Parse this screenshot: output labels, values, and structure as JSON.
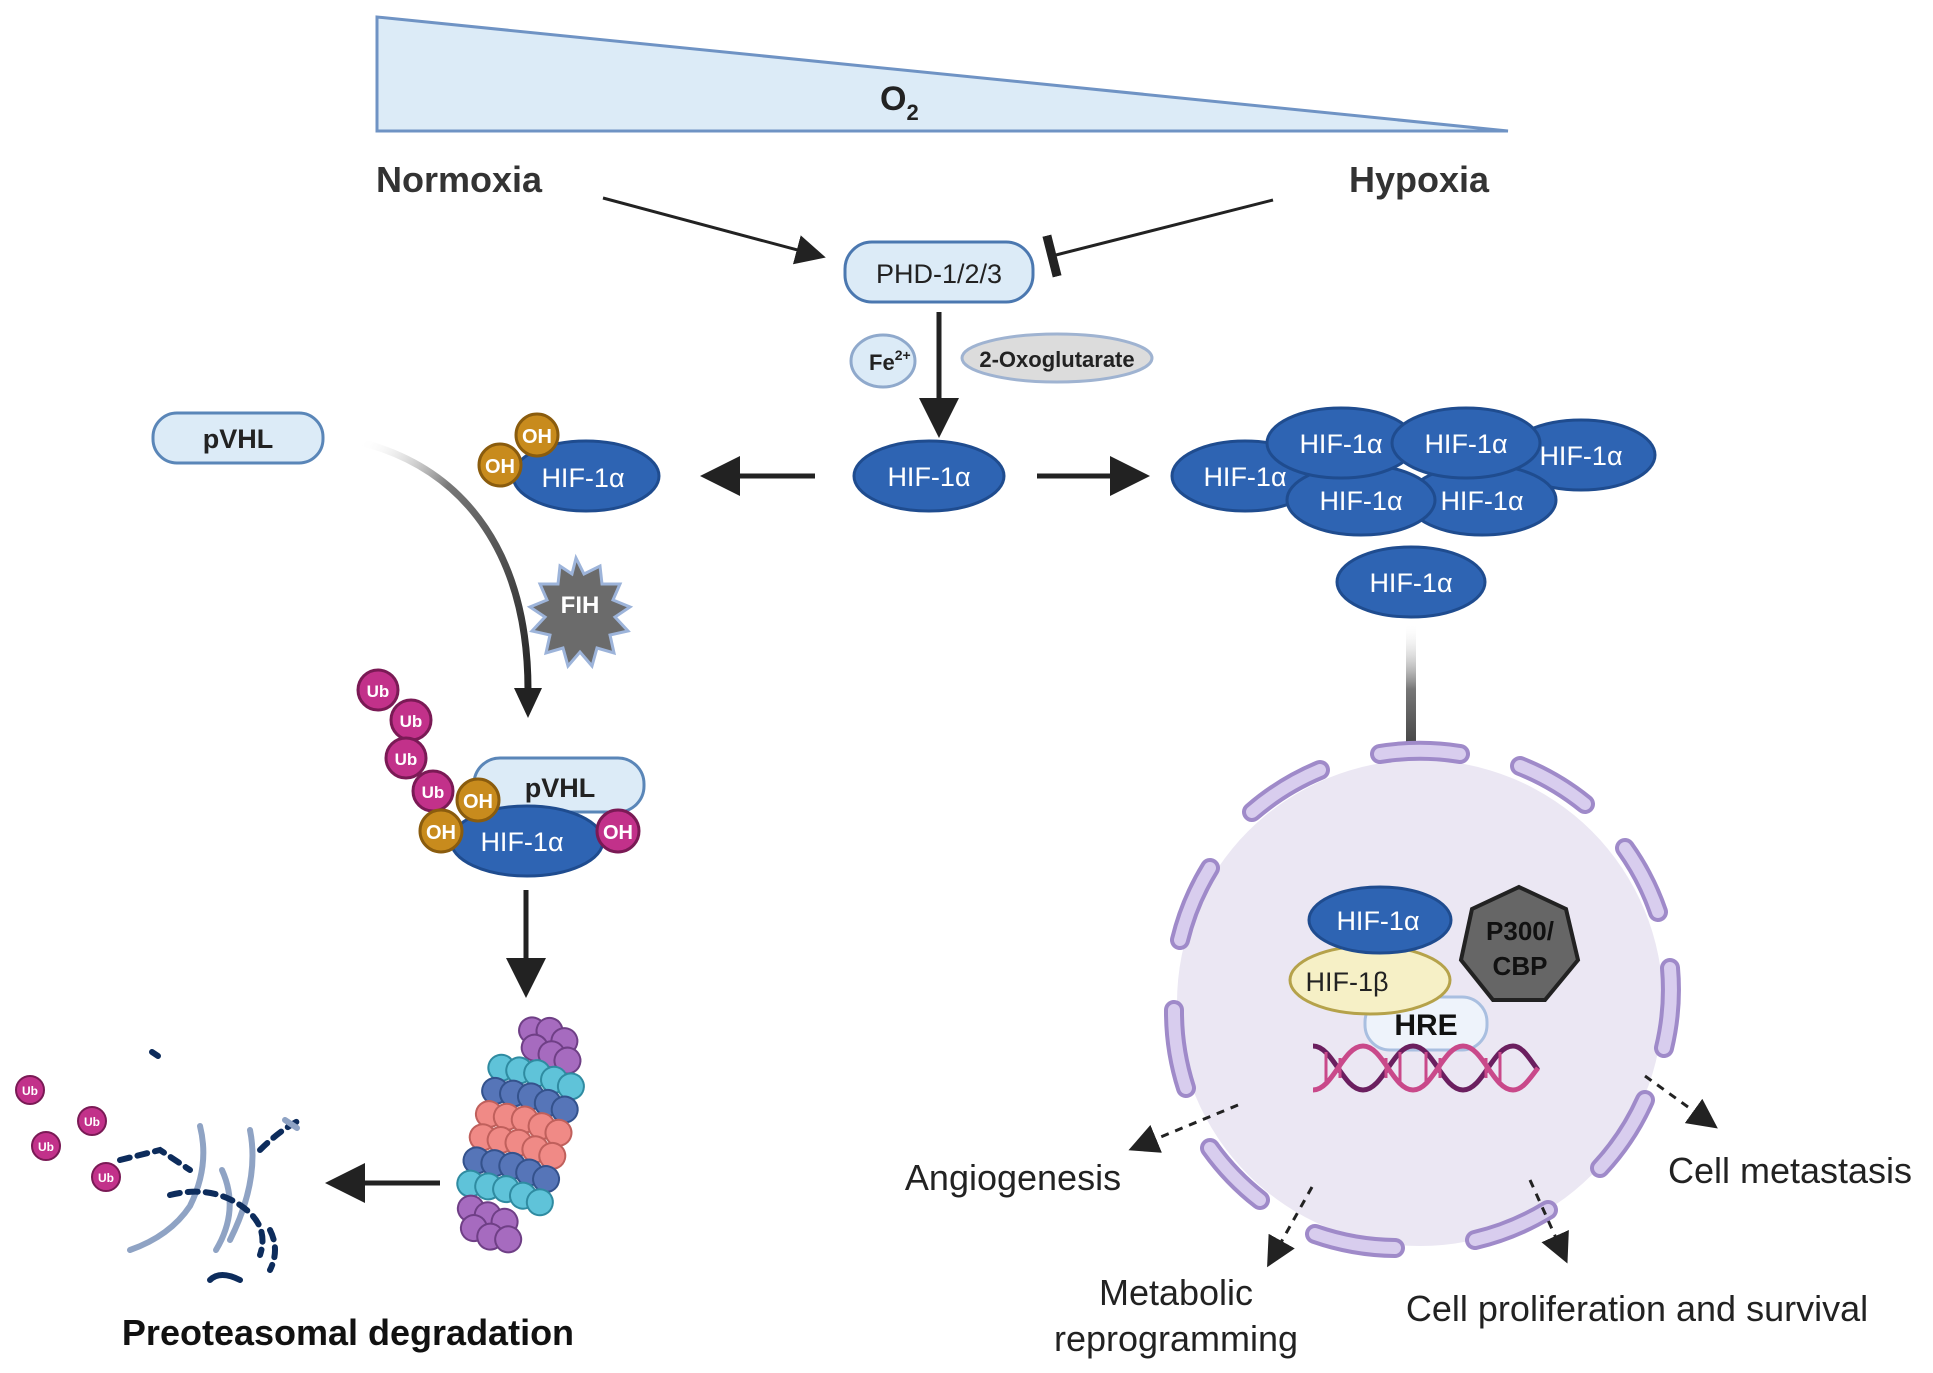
{
  "oxygen": {
    "base": "O",
    "subscript": "2"
  },
  "conditions": {
    "normoxia": "Normoxia",
    "hypoxia": "Hypoxia"
  },
  "phd": "PHD-1/2/3",
  "cofactors": {
    "iron_base": "Fe",
    "iron_charge": "2+",
    "oxoglutarate": "2-Oxoglutarate"
  },
  "hif1a": "HIF-1α",
  "hif1b": "HIF-1β",
  "oh": "OH",
  "ub": "Ub",
  "pvhl": "pVHL",
  "fih": "FIH",
  "p300": {
    "line1": "P300/",
    "line2": "CBP"
  },
  "hre": "HRE",
  "degradation": "Preoteasomal degradation",
  "outcomes": {
    "angiogenesis": "Angiogenesis",
    "metabolic_line1": "Metabolic",
    "metabolic_line2": "reprogramming",
    "proliferation": "Cell proliferation and survival",
    "metastasis": "Cell metastasis"
  },
  "colors": {
    "hif_blue": "#2e64b3",
    "hif_stroke": "#1f4c8f",
    "light_blue_fill": "#dcebf7",
    "light_blue_stroke": "#5a86b8",
    "oh_gold": "#c88b1d",
    "ub_magenta": "#c2318a",
    "nucleus_fill": "#ebe7f3",
    "nucleus_segment": "#d8cdee",
    "nucleus_stroke": "#9f8ac9",
    "p300_gray": "#666666",
    "hif1b_cream": "#f6f0c6",
    "arrow": "#222222"
  }
}
